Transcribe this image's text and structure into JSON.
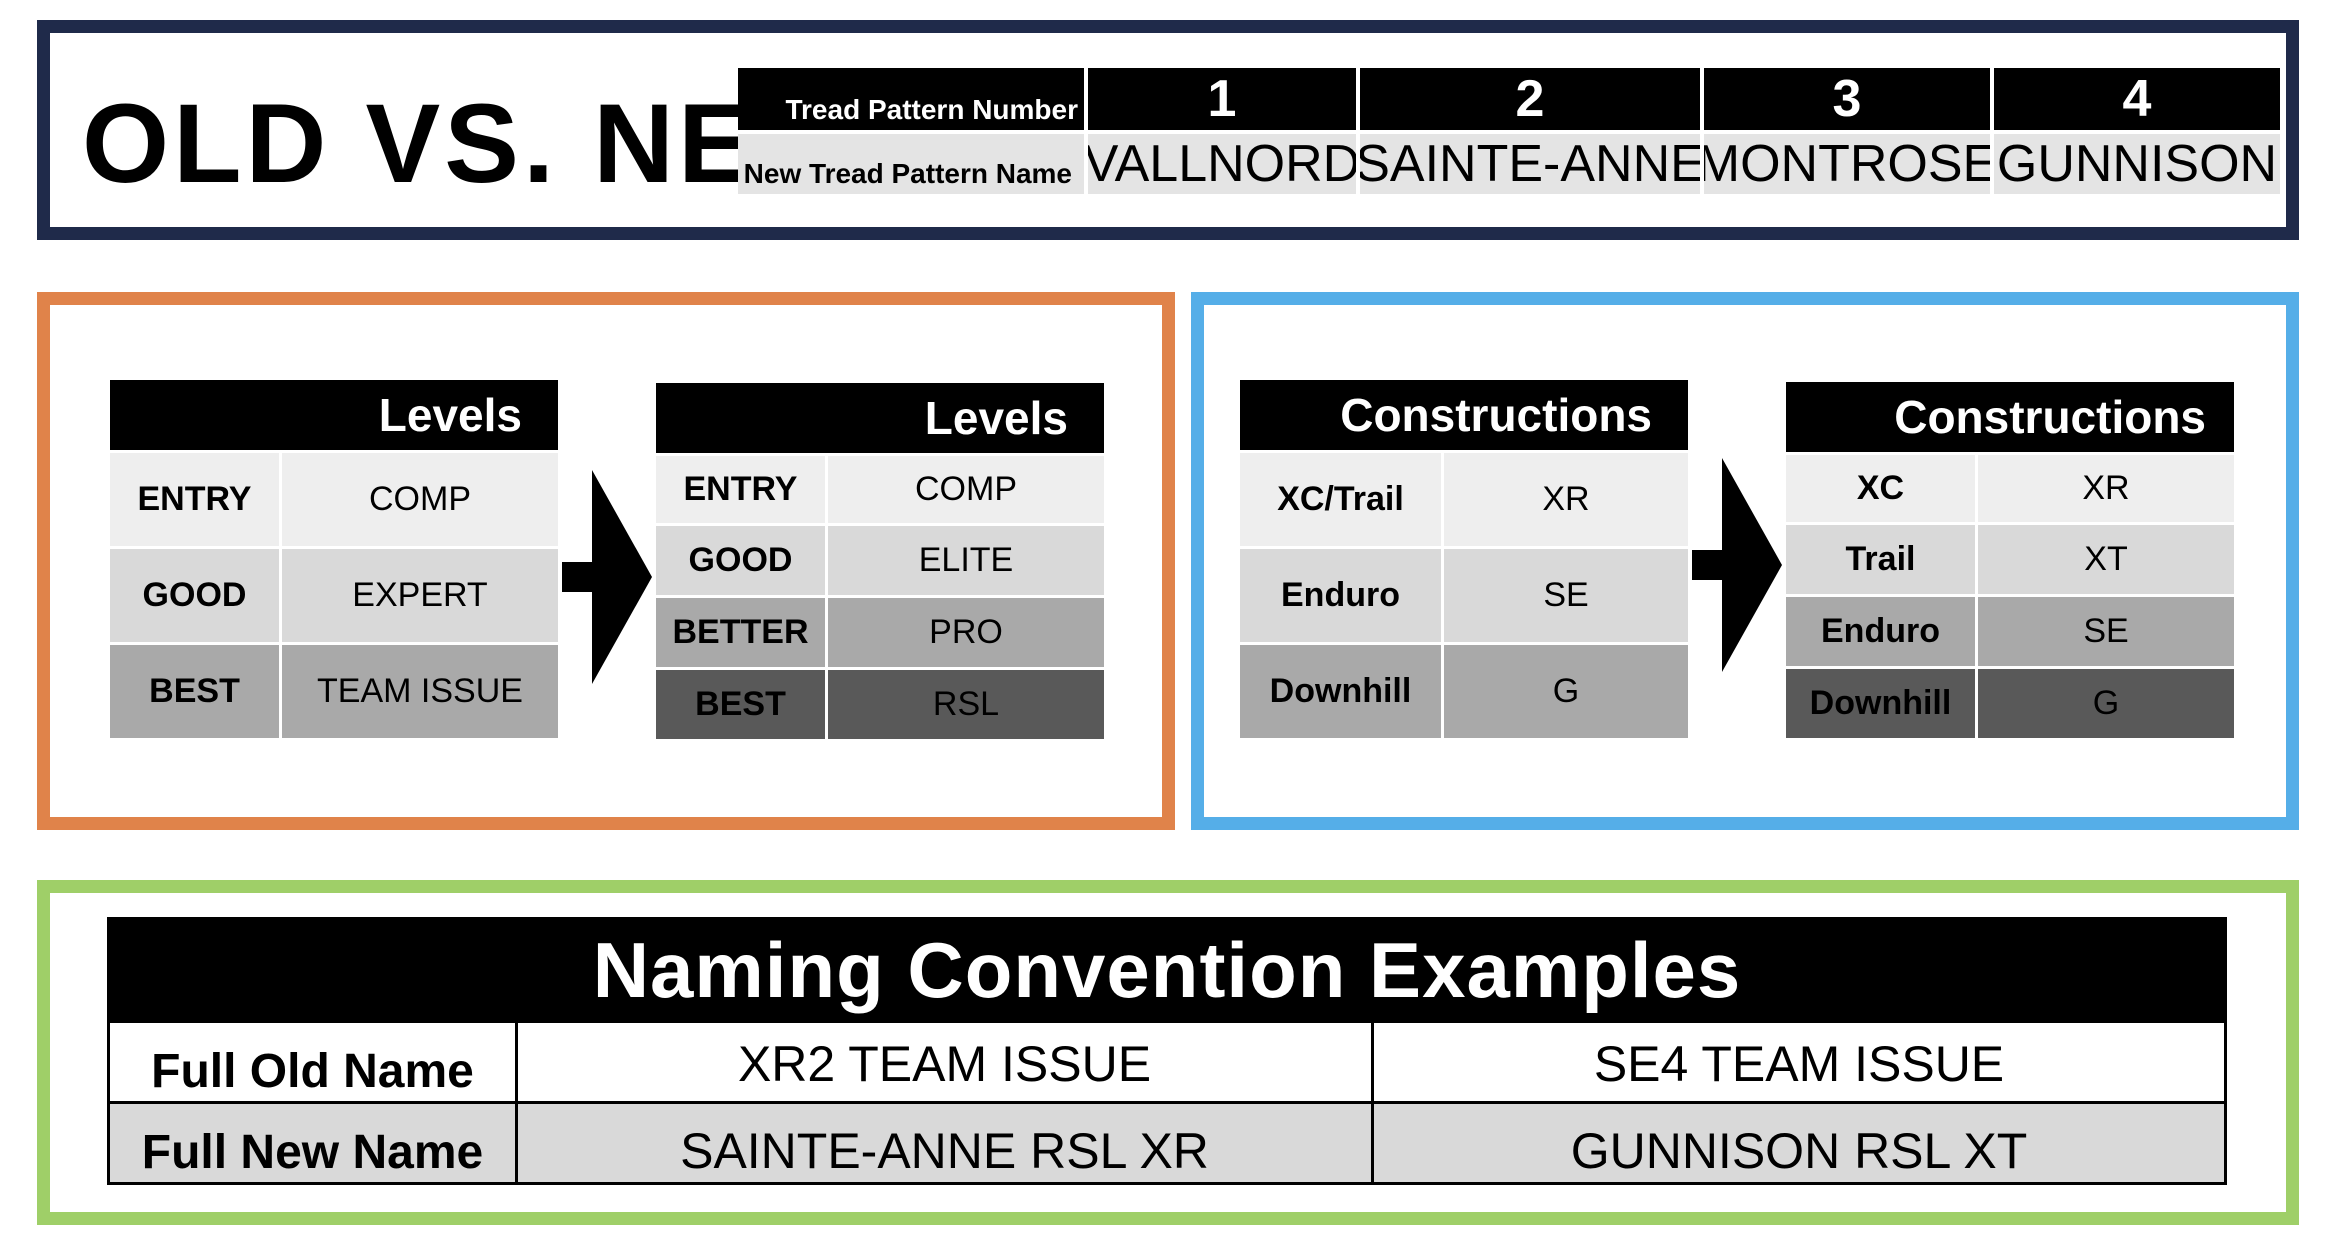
{
  "title": "OLD VS. NEW",
  "tread_table": {
    "number_label": "Tread Pattern Number",
    "name_label": "New Tread Pattern Name",
    "columns": [
      {
        "number": "1",
        "name": "VALLNORD"
      },
      {
        "number": "2",
        "name": "SAINTE-ANNE"
      },
      {
        "number": "3",
        "name": "MONTROSE"
      },
      {
        "number": "4",
        "name": "GUNNISON"
      }
    ]
  },
  "levels_old": {
    "header": "Levels",
    "rows": [
      {
        "key": "ENTRY",
        "value": "COMP"
      },
      {
        "key": "GOOD",
        "value": "EXPERT"
      },
      {
        "key": "BEST",
        "value": "TEAM ISSUE"
      }
    ]
  },
  "levels_new": {
    "header": "Levels",
    "rows": [
      {
        "key": "ENTRY",
        "value": "COMP"
      },
      {
        "key": "GOOD",
        "value": "ELITE"
      },
      {
        "key": "BETTER",
        "value": "PRO"
      },
      {
        "key": "BEST",
        "value": "RSL"
      }
    ]
  },
  "constructions_old": {
    "header": "Constructions",
    "rows": [
      {
        "key": "XC/Trail",
        "value": "XR"
      },
      {
        "key": "Enduro",
        "value": "SE"
      },
      {
        "key": "Downhill",
        "value": "G"
      }
    ]
  },
  "constructions_new": {
    "header": "Constructions",
    "rows": [
      {
        "key": "XC",
        "value": "XR"
      },
      {
        "key": "Trail",
        "value": "XT"
      },
      {
        "key": "Enduro",
        "value": "SE"
      },
      {
        "key": "Downhill",
        "value": "G"
      }
    ]
  },
  "naming": {
    "header": "Naming Convention Examples",
    "rows": [
      {
        "label": "Full Old Name",
        "values": [
          "XR2 TEAM ISSUE",
          "SE4 TEAM ISSUE"
        ]
      },
      {
        "label": "Full New Name",
        "values": [
          "SAINTE-ANNE RSL XR",
          "GUNNISON RSL XT"
        ]
      }
    ]
  },
  "colors": {
    "top_border": "#1f2a4a",
    "levels_border": "#e0834a",
    "constructions_border": "#55aee8",
    "naming_border": "#9fcf68"
  }
}
